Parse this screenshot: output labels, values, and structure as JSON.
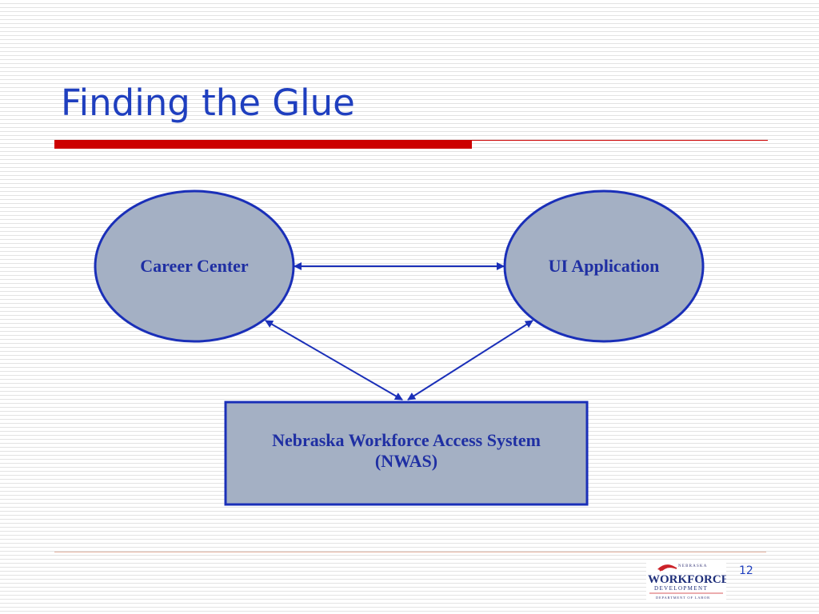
{
  "slide": {
    "title": "Finding the Glue",
    "page_number": "12"
  },
  "diagram": {
    "nodes": {
      "career_center": "Career Center",
      "ui_application": "UI Application",
      "nwas_line1": "Nebraska Workforce Access System",
      "nwas_line2": "(NWAS)"
    },
    "connections": [
      {
        "from": "Career Center",
        "to": "UI Application",
        "direction": "both"
      },
      {
        "from": "Career Center",
        "to": "Nebraska Workforce Access System (NWAS)",
        "direction": "both"
      },
      {
        "from": "UI Application",
        "to": "Nebraska Workforce Access System (NWAS)",
        "direction": "both"
      }
    ]
  },
  "logo": {
    "line1": "NEBRASKA",
    "line2": "WORKFORCE",
    "line3": "DEVELOPMENT",
    "line4": "DEPARTMENT OF LABOR"
  },
  "colors": {
    "title": "#1f3fbf",
    "accent_rule": "#cc0000",
    "node_fill": "#a4b0c4",
    "node_stroke": "#1a2fb8",
    "node_text": "#1f2fa3",
    "arrow": "#1a2fb8"
  }
}
